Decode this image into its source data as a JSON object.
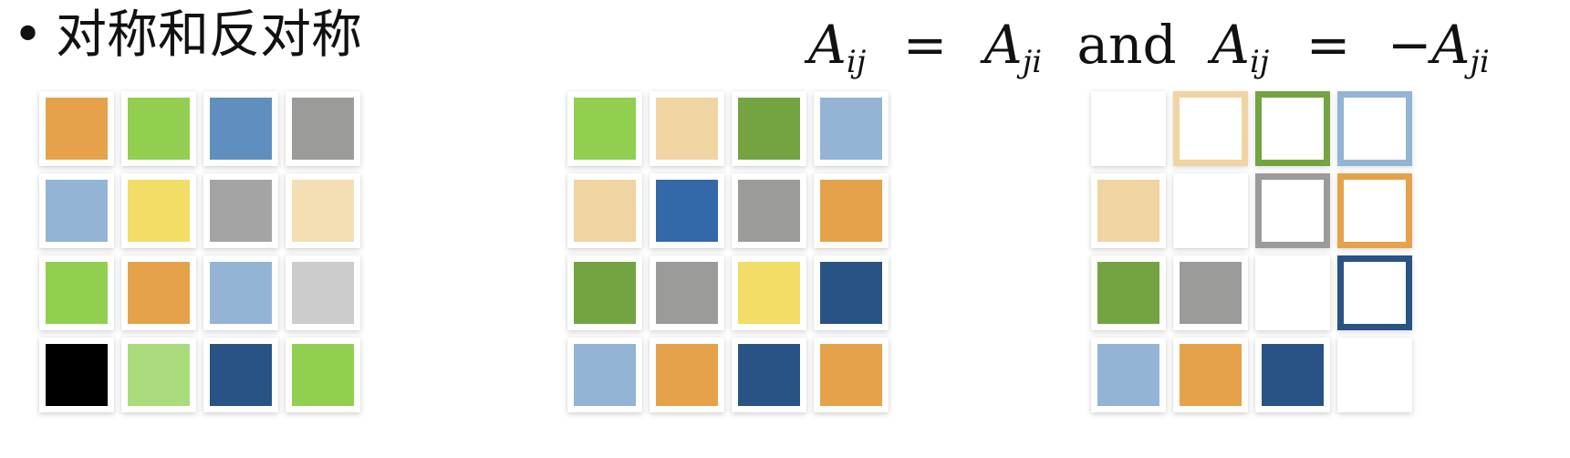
{
  "heading": {
    "bullet": "•",
    "text": "对称和反对称"
  },
  "formula": {
    "lhs1": {
      "base": "A",
      "sub": "ij"
    },
    "eq1": "=",
    "rhs1": {
      "base": "A",
      "sub": "ji"
    },
    "conj": "and",
    "lhs2": {
      "base": "A",
      "sub": "ij"
    },
    "eq2": "=",
    "rhs2": {
      "sign": "−",
      "base": "A",
      "sub": "ji"
    }
  },
  "matrices": [
    {
      "name": "general-matrix",
      "cells": [
        [
          {
            "fill": "#E5A24A"
          },
          {
            "fill": "#92CF50"
          },
          {
            "fill": "#5F8FBF"
          },
          {
            "fill": "#9B9B9A"
          }
        ],
        [
          {
            "fill": "#93B4D5"
          },
          {
            "fill": "#F2DD66"
          },
          {
            "fill": "#A4A4A4"
          },
          {
            "fill": "#F4DEB3"
          }
        ],
        [
          {
            "fill": "#92CF50"
          },
          {
            "fill": "#E5A24A"
          },
          {
            "fill": "#93B4D5"
          },
          {
            "fill": "#CCCCCC"
          }
        ],
        [
          {
            "fill": "#000000"
          },
          {
            "fill": "#AADB7C"
          },
          {
            "fill": "#285384"
          },
          {
            "fill": "#92CF50"
          }
        ]
      ]
    },
    {
      "name": "symmetric-matrix",
      "cells": [
        [
          {
            "fill": "#92CF50"
          },
          {
            "fill": "#F0D4A2"
          },
          {
            "fill": "#74A442"
          },
          {
            "fill": "#93B4D5"
          }
        ],
        [
          {
            "fill": "#F0D4A2"
          },
          {
            "fill": "#3468A8"
          },
          {
            "fill": "#9B9B9A"
          },
          {
            "fill": "#E5A24A"
          }
        ],
        [
          {
            "fill": "#74A442"
          },
          {
            "fill": "#9B9B9A"
          },
          {
            "fill": "#F2DD66"
          },
          {
            "fill": "#285384"
          }
        ],
        [
          {
            "fill": "#93B4D5"
          },
          {
            "fill": "#E5A24A"
          },
          {
            "fill": "#285384"
          },
          {
            "fill": "#E5A24A"
          }
        ]
      ]
    },
    {
      "name": "antisymmetric-matrix",
      "cells": [
        [
          {
            "fill": "#FFFFFF"
          },
          {
            "outline": "#F0D4A2"
          },
          {
            "outline": "#74A442"
          },
          {
            "outline": "#93B4D5"
          }
        ],
        [
          {
            "fill": "#F0D4A2"
          },
          {
            "fill": "#FFFFFF"
          },
          {
            "outline": "#9B9B9A"
          },
          {
            "outline": "#E5A24A"
          }
        ],
        [
          {
            "fill": "#74A442"
          },
          {
            "fill": "#9B9B9A"
          },
          {
            "fill": "#FFFFFF"
          },
          {
            "outline": "#285384"
          }
        ],
        [
          {
            "fill": "#93B4D5"
          },
          {
            "fill": "#E5A24A"
          },
          {
            "fill": "#285384"
          },
          {
            "fill": "#FFFFFF"
          }
        ]
      ]
    }
  ]
}
